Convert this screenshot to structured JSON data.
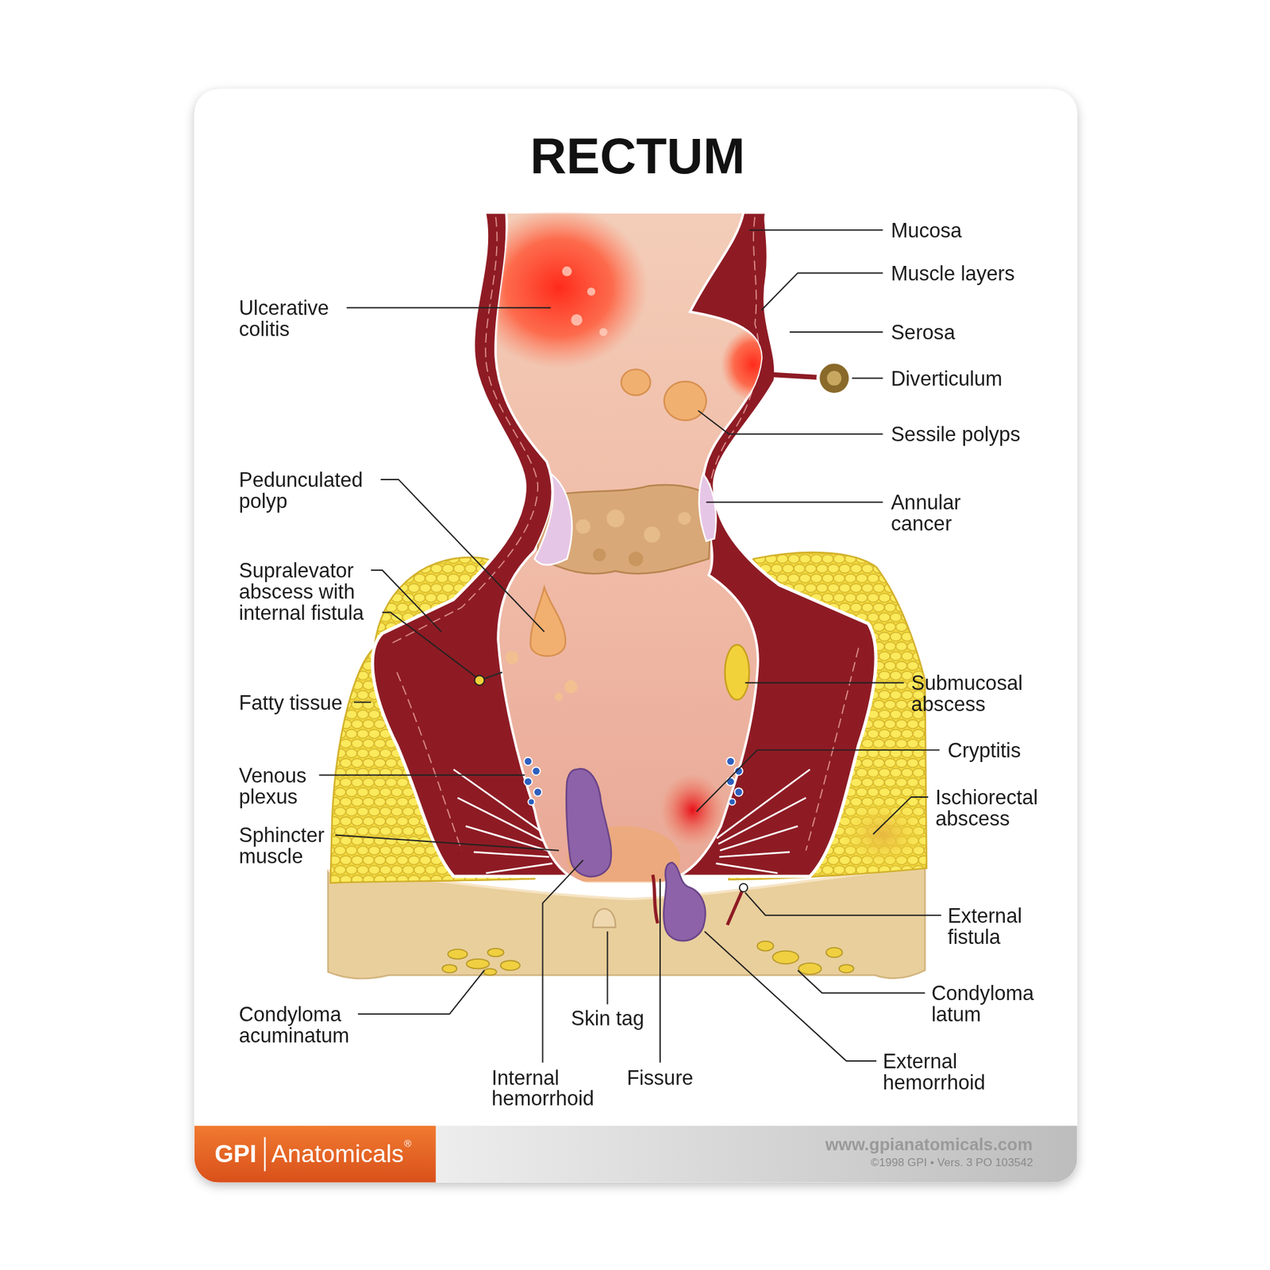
{
  "diagram": {
    "title": "RECTUM",
    "labels": [
      "Mucosa",
      "Muscle layers",
      "Serosa",
      "Diverticulum",
      "Sessile polyps",
      "Annular cancer",
      "Ulcerative colitis",
      "Pedunculated polyp",
      "Supralevator abscess with internal fistula",
      "Fatty tissue",
      "Submucosal abscess",
      "Venous plexus",
      "Cryptitis",
      "Ischiorectal abscess",
      "Sphincter muscle",
      "External fistula",
      "Condyloma acuminatum",
      "Condyloma latum",
      "Skin tag",
      "Internal hemorrhoid",
      "Fissure",
      "External hemorrhoid",
      "GPI",
      "Anatomicals",
      "®",
      "www.gpianatomicals.com",
      "©1998 GPI • Vers. 3 PO 103542"
    ]
  }
}
